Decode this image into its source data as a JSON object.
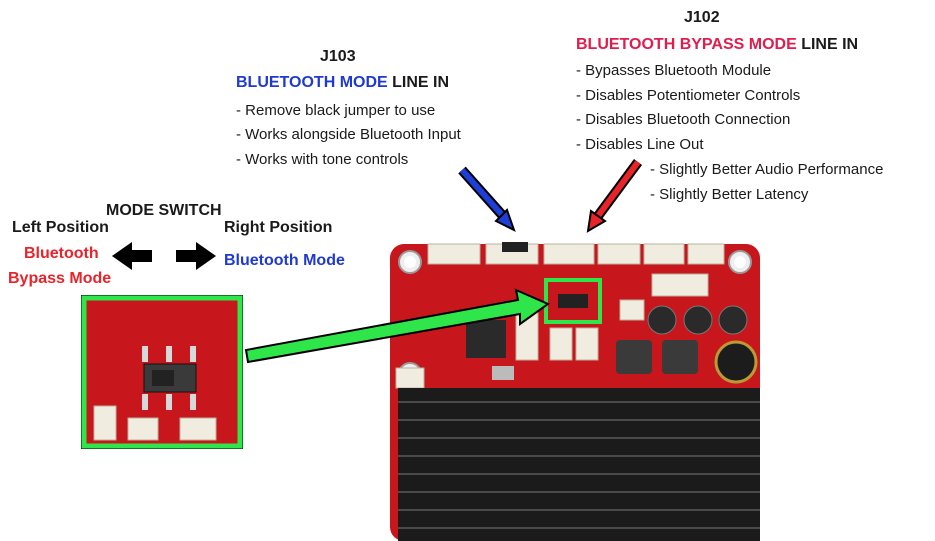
{
  "j103": {
    "title": "J103",
    "mode_colored": "BLUETOOTH MODE",
    "mode_rest": " LINE IN",
    "items": [
      "- Remove black jumper to use",
      "- Works alongside Bluetooth Input",
      "- Works with tone controls"
    ]
  },
  "j102": {
    "title": "J102",
    "mode_colored": "BLUETOOTH BYPASS MODE",
    "mode_rest": " LINE IN",
    "items": [
      "- Bypasses Bluetooth Module",
      "- Disables Potentiometer Controls",
      "- Disables Bluetooth Connection",
      "- Disables Line Out"
    ],
    "subitems": [
      "- Slightly Better Audio Performance",
      "- Slightly Better Latency"
    ]
  },
  "mode_switch": {
    "title": "MODE SWITCH",
    "left_position": "Left Position",
    "right_position": "Right Position",
    "left_mode_line1": "Bluetooth",
    "left_mode_line2": "Bypass Mode",
    "right_mode": "Bluetooth Mode"
  },
  "colors": {
    "blue": "#1f3ad1",
    "red": "#e8242a",
    "pink": "#e01d4d",
    "highlight_green": "#2fe64a",
    "board_red": "#c8161d",
    "heatsink": "#1b1b1b"
  },
  "icons": [
    "arrow-left-icon",
    "arrow-right-icon",
    "blue-pointer-arrow",
    "red-pointer-arrow",
    "green-zoom-arrow"
  ]
}
